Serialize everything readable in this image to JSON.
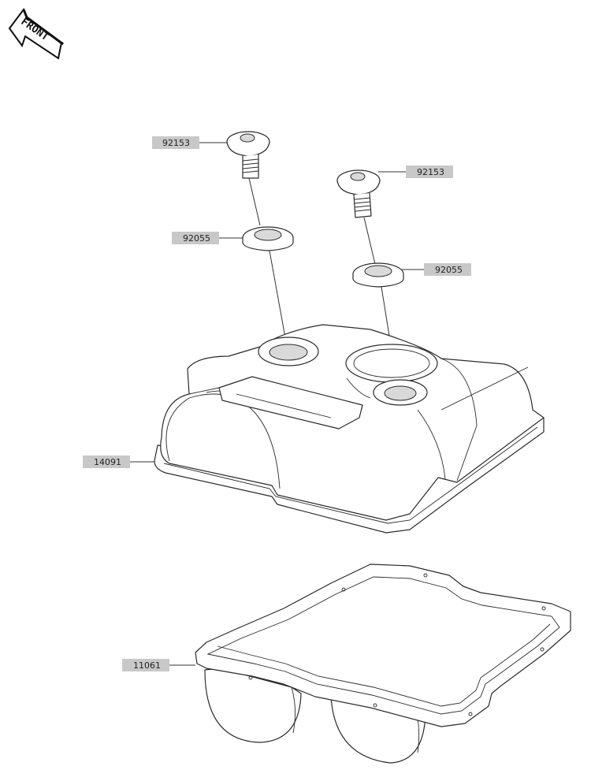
{
  "front_badge": {
    "text": "FRONT"
  },
  "callouts": [
    {
      "id": "screw-left",
      "part_no": "92153"
    },
    {
      "id": "washer-left",
      "part_no": "92055"
    },
    {
      "id": "screw-right",
      "part_no": "92153"
    },
    {
      "id": "washer-right",
      "part_no": "92055"
    },
    {
      "id": "cover",
      "part_no": "14091"
    },
    {
      "id": "gasket",
      "part_no": "11061"
    }
  ]
}
